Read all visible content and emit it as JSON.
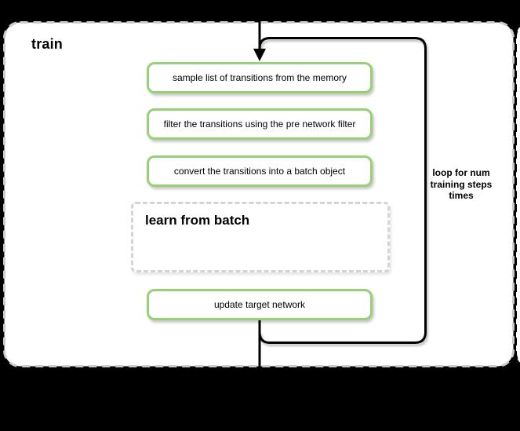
{
  "diagram": {
    "title": "train",
    "steps": [
      {
        "label": "sample list of transitions from the memory"
      },
      {
        "label": "filter the transitions using the pre network filter"
      },
      {
        "label": "convert the transitions into a batch object"
      },
      {
        "label": "learn from batch"
      },
      {
        "label": "update target network"
      }
    ],
    "loop": {
      "label": "loop for num training steps times"
    },
    "colors": {
      "page_background": "#000000",
      "container_fill": "#ffffff",
      "container_dash": "#cccccc",
      "step_border_green": "#97d077",
      "learn_dash_gray": "#d4d4d4",
      "flow_black": "#000000"
    }
  }
}
